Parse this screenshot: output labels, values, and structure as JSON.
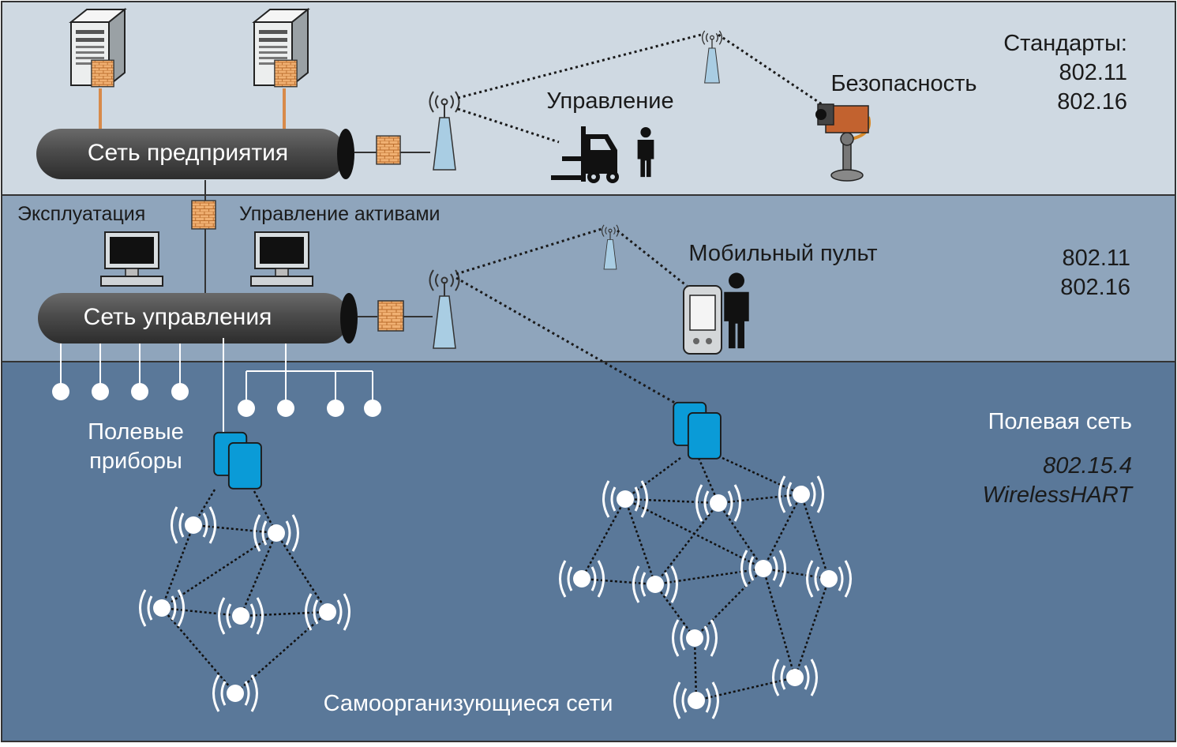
{
  "layers": {
    "enterprise": {
      "network_label": "Сеть предприятия",
      "control_label": "Управление",
      "security_label": "Безопасность",
      "standards_title": "Стандарты:",
      "standard_1": "802.11",
      "standard_2": "802.16"
    },
    "control": {
      "network_label": "Сеть управления",
      "operations_label": "Эксплуатация",
      "asset_mgmt_label": "Управление активами",
      "mobile_console_label": "Мобильный пульт",
      "standard_1": "802.11",
      "standard_2": "802.16"
    },
    "field": {
      "title": "Полевая сеть",
      "standard_1": "802.15.4",
      "standard_2": "WirelessHART",
      "field_devices_line1": "Полевые",
      "field_devices_line2": "приборы",
      "mesh_label": "Самоорганизующиеся сети"
    }
  },
  "colors": {
    "band_top": "#cfd9e2",
    "band_mid": "#8fa5bc",
    "band_bottom": "#5a7899",
    "pipe": "#4a4a4a",
    "gateway": "#0a9bd7",
    "antenna": "#a9cde3",
    "firewall": "#e9a15c",
    "server_link": "#d88a4a"
  }
}
